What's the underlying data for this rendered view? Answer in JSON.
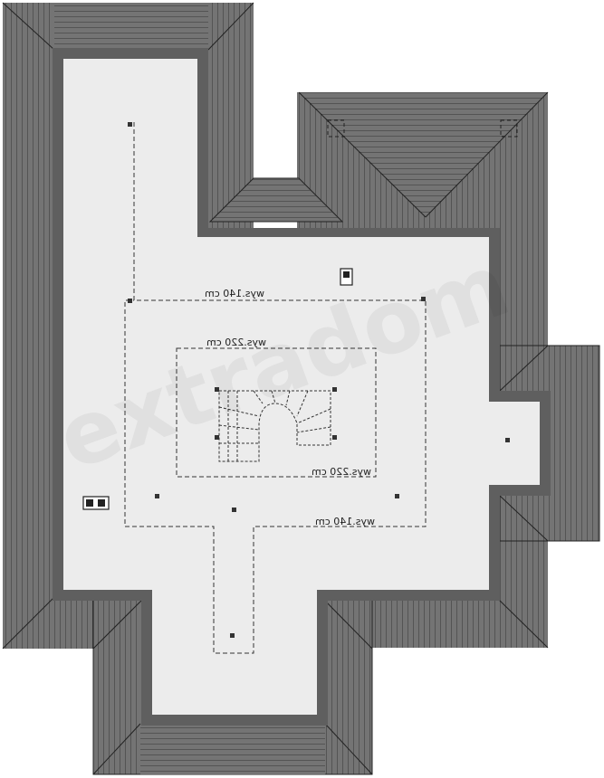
{
  "drawing": {
    "type": "attic floor plan",
    "colors": {
      "roof_fill": "#6f6f6f",
      "roof_hatch": "#3f3f3f",
      "wall": "#5a5a5a",
      "floor": "#ececec",
      "dash": "#333333",
      "marker": "#333333"
    }
  },
  "labels": {
    "height_140_top": "wys.140 cm",
    "height_220_top": "wys.220 cm",
    "height_220_bottom": "wys.220 cm",
    "height_140_bottom": "wys.140 cm"
  },
  "watermark": "extradom"
}
